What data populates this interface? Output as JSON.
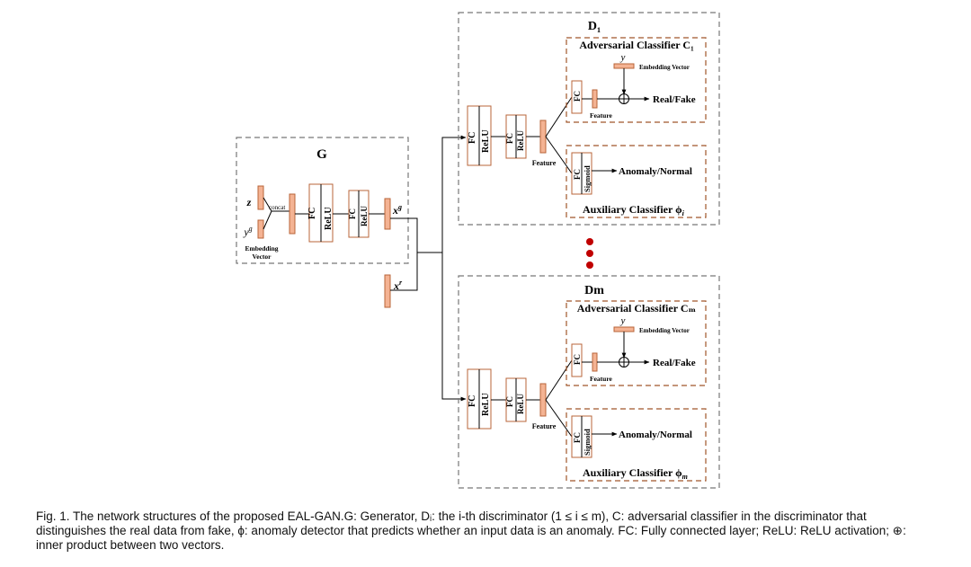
{
  "generator": {
    "title": "G",
    "z_label": "z",
    "yg_label": "y",
    "yg_sup": "g",
    "concat_label": "concat",
    "embedding_line1": "Embedding",
    "embedding_line2": "Vector",
    "fc_label": "FC",
    "relu_label": "ReLU",
    "xg_label": "x",
    "xg_sup": "g"
  },
  "real_input": {
    "label": "x",
    "sup": "r"
  },
  "discriminators": [
    {
      "title": "D₁",
      "fc_label": "FC",
      "relu_label": "ReLU",
      "feature_label": "Feature",
      "adversarial": {
        "title": "Adversarial Classifier C₁",
        "y_label": "y",
        "embedding_label": "Embedding Vector",
        "fc_label": "FC",
        "feature_label": "Feature",
        "output_label": "Real/Fake"
      },
      "auxiliary": {
        "title": "Auxiliary Classifier ϕ",
        "title_sub": "i",
        "fc_label": "FC",
        "sigmoid_label": "Sigmoid",
        "output_label": "Anomaly/Normal"
      }
    },
    {
      "title": "Dm",
      "fc_label": "FC",
      "relu_label": "ReLU",
      "feature_label": "Feature",
      "adversarial": {
        "title": "Adversarial Classifier Cₘ",
        "y_label": "y",
        "embedding_label": "Embedding Vector",
        "fc_label": "FC",
        "feature_label": "Feature",
        "output_label": "Real/Fake"
      },
      "auxiliary": {
        "title": "Auxiliary Classifier ϕ",
        "title_sub": "m",
        "fc_label": "FC",
        "sigmoid_label": "Sigmoid",
        "output_label": "Anomaly/Normal"
      }
    }
  ],
  "colors": {
    "layer_fill": "#f4b393",
    "layer_stroke": "#b8653a",
    "ellipsis_dots": "#c00000"
  },
  "caption": {
    "text": "Fig. 1. The network structures of the proposed EAL-GAN.G: Generator, Dᵢ: the i-th discriminator (1 ≤ i ≤ m), C: adversarial classifier in the discriminator that distinguishes the real data from fake, ϕ: anomaly detector that predicts whether an input data is an anomaly. FC: Fully connected layer; ReLU: ReLU activation; ⊕: inner product between two vectors."
  }
}
